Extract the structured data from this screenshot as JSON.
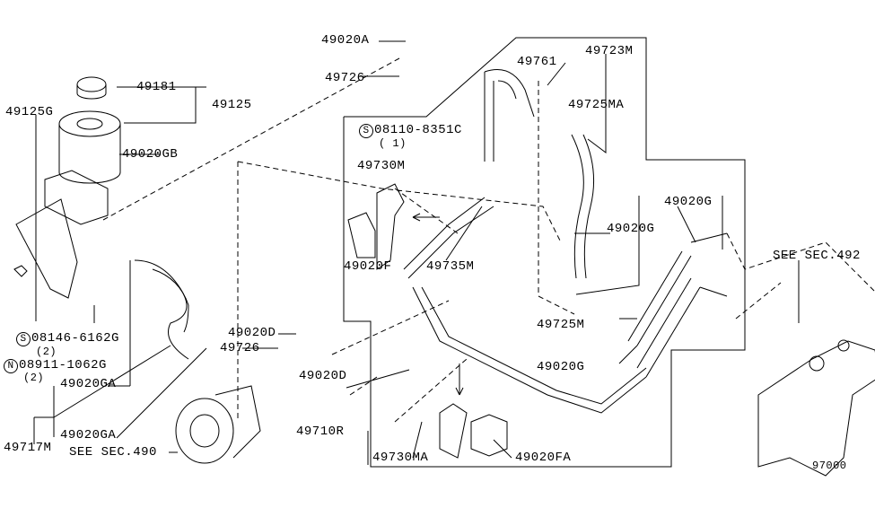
{
  "labels": {
    "p49020A": "49020A",
    "p49726_top": "49726",
    "p49181": "49181",
    "p49125": "49125",
    "p49125G": "49125G",
    "p49020GB": "49020GB",
    "p49761": "49761",
    "p49723M": "49723M",
    "p49725MA": "49725MA",
    "p08110": "08110-8351C",
    "p08110_qty": "( 1)",
    "p49730M": "49730M",
    "p49020G_a": "49020G",
    "p49020G_b": "49020G",
    "p49020F": "49020F",
    "p49735M": "49735M",
    "see492": "SEE SEC.492",
    "p49725M": "49725M",
    "p49020D_a": "49020D",
    "p49726_b": "49726",
    "p08146": "08146-6162G",
    "p08146_qty": "(2)",
    "p08911": "08911-1062G",
    "p08911_qty": "(2)",
    "p49020GA_a": "49020GA",
    "p49020G_c": "49020G",
    "p49020D_b": "49020D",
    "p49020GA_b": "49020GA",
    "p49710R": "49710R",
    "p49717M": "49717M",
    "see490": "SEE SEC.490",
    "p49730MA": "49730MA",
    "p49020FA": "49020FA",
    "diagram_code": "97000"
  },
  "symbols": {
    "s": "S",
    "n": "N"
  }
}
